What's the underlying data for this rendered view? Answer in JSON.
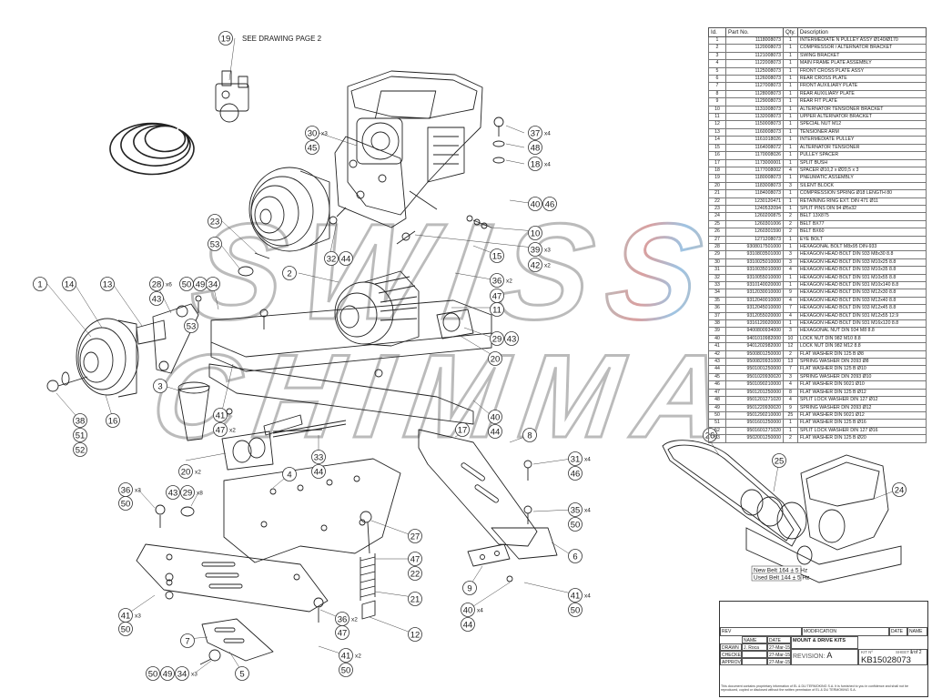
{
  "drawing": {
    "see_note": "SEE DRAWING PAGE 2",
    "callouts": [
      {
        "id": "c19",
        "label": "19"
      },
      {
        "id": "c30",
        "label": "30",
        "qty": "x3"
      },
      {
        "id": "c45",
        "label": "45"
      },
      {
        "id": "c37",
        "label": "37",
        "qty": "x4"
      },
      {
        "id": "c48",
        "label": "48"
      },
      {
        "id": "c18",
        "label": "18",
        "qty": "x4"
      },
      {
        "id": "c23",
        "label": "23"
      },
      {
        "id": "c53a",
        "label": "53"
      },
      {
        "id": "c32",
        "label": "32"
      },
      {
        "id": "c44a",
        "label": "44"
      },
      {
        "id": "c40a",
        "label": "40"
      },
      {
        "id": "c46a",
        "label": "46"
      },
      {
        "id": "c10",
        "label": "10"
      },
      {
        "id": "c39",
        "label": "39",
        "qty": "x3"
      },
      {
        "id": "c42",
        "label": "42",
        "qty": "x2"
      },
      {
        "id": "c15",
        "label": "15"
      },
      {
        "id": "c36a",
        "label": "36",
        "qty": "x2"
      },
      {
        "id": "c47a",
        "label": "47"
      },
      {
        "id": "c11",
        "label": "11"
      },
      {
        "id": "c2",
        "label": "2"
      },
      {
        "id": "c1",
        "label": "1"
      },
      {
        "id": "c14",
        "label": "14"
      },
      {
        "id": "c13",
        "label": "13"
      },
      {
        "id": "c28",
        "label": "28",
        "qty": "x6"
      },
      {
        "id": "c43a",
        "label": "43"
      },
      {
        "id": "c50a",
        "label": "50"
      },
      {
        "id": "c49a",
        "label": "49"
      },
      {
        "id": "c34",
        "label": "34"
      },
      {
        "id": "c53b",
        "label": "53"
      },
      {
        "id": "c29a",
        "label": "29"
      },
      {
        "id": "c43b",
        "label": "43"
      },
      {
        "id": "c20a",
        "label": "20"
      },
      {
        "id": "c3",
        "label": "3"
      },
      {
        "id": "c16",
        "label": "16"
      },
      {
        "id": "c38",
        "label": "38"
      },
      {
        "id": "c51",
        "label": "51"
      },
      {
        "id": "c52",
        "label": "52"
      },
      {
        "id": "c41a",
        "label": "41"
      },
      {
        "id": "c47b",
        "label": "47",
        "qty": "x2"
      },
      {
        "id": "c40b",
        "label": "40"
      },
      {
        "id": "c44b",
        "label": "44"
      },
      {
        "id": "c17",
        "label": "17"
      },
      {
        "id": "c33",
        "label": "33"
      },
      {
        "id": "c44c",
        "label": "44"
      },
      {
        "id": "c20b",
        "label": "20",
        "qty": "x2"
      },
      {
        "id": "c8",
        "label": "8"
      },
      {
        "id": "c31",
        "label": "31",
        "qty": "x4"
      },
      {
        "id": "c46b",
        "label": "46"
      },
      {
        "id": "c4",
        "label": "4"
      },
      {
        "id": "c36b",
        "label": "36",
        "qty": "x3"
      },
      {
        "id": "c50b",
        "label": "50"
      },
      {
        "id": "c43c",
        "label": "43"
      },
      {
        "id": "c29b",
        "label": "29",
        "qty": "x8"
      },
      {
        "id": "c27",
        "label": "27"
      },
      {
        "id": "c35",
        "label": "35",
        "qty": "x4"
      },
      {
        "id": "c50c",
        "label": "50"
      },
      {
        "id": "c47c",
        "label": "47"
      },
      {
        "id": "c22",
        "label": "22"
      },
      {
        "id": "c6",
        "label": "6"
      },
      {
        "id": "c9",
        "label": "9"
      },
      {
        "id": "c21",
        "label": "21"
      },
      {
        "id": "c40c",
        "label": "40",
        "qty": "x4"
      },
      {
        "id": "c44d",
        "label": "44"
      },
      {
        "id": "c41b",
        "label": "41",
        "qty": "x4"
      },
      {
        "id": "c50d",
        "label": "50"
      },
      {
        "id": "c41c",
        "label": "41",
        "qty": "x3"
      },
      {
        "id": "c50e",
        "label": "50"
      },
      {
        "id": "c36c",
        "label": "36",
        "qty": "x2"
      },
      {
        "id": "c47d",
        "label": "47"
      },
      {
        "id": "c12",
        "label": "12"
      },
      {
        "id": "c7",
        "label": "7"
      },
      {
        "id": "c41d",
        "label": "41",
        "qty": "x2"
      },
      {
        "id": "c50f",
        "label": "50"
      },
      {
        "id": "c5",
        "label": "5"
      },
      {
        "id": "c50g",
        "label": "50"
      },
      {
        "id": "c49b",
        "label": "49"
      },
      {
        "id": "c34b",
        "label": "34",
        "qty": "x3"
      },
      {
        "id": "c26",
        "label": "26"
      },
      {
        "id": "c25",
        "label": "25"
      },
      {
        "id": "c24",
        "label": "24"
      }
    ],
    "belt_notes": [
      "New Belt 164 ± 5 Hz",
      "Used Belt 144 ± 5 Hz"
    ]
  },
  "watermark": {
    "line1": "SWISS",
    "line2": "CHIMMA",
    "colors": [
      "#cc2a2a",
      "#2a7ab8"
    ]
  },
  "table": {
    "headers": [
      "Id.",
      "Part No.",
      "Qty.",
      "Description"
    ],
    "rows": [
      [
        "1",
        "1118008073",
        "1",
        "INTERMEDIATE N PULLEY ASSY Ø140/Ø170"
      ],
      [
        "2",
        "1120008073",
        "1",
        "COMPRESSOR / ALTERNATOR BRACKET"
      ],
      [
        "3",
        "1121008073",
        "1",
        "SWING BRACKET"
      ],
      [
        "4",
        "1122008073",
        "1",
        "MAIN FRAME PLATE ASSEMBLY"
      ],
      [
        "5",
        "1125008073",
        "1",
        "FRONT CROSS PLATE ASSY"
      ],
      [
        "6",
        "1126008073",
        "1",
        "REAR CROSS PLATE"
      ],
      [
        "7",
        "1127008073",
        "1",
        "FRONT AUXILIARY PLATE"
      ],
      [
        "8",
        "1128008073",
        "1",
        "REAR AUXILIARY PLATE"
      ],
      [
        "9",
        "1129008073",
        "1",
        "REAR FIT PLATE"
      ],
      [
        "10",
        "1131008073",
        "1",
        "ALTERNATOR TENSIONER BRACKET"
      ],
      [
        "11",
        "1132008073",
        "1",
        "UPPER ALTERNATOR BRACKET"
      ],
      [
        "12",
        "1150008073",
        "1",
        "SPECIAL NUT M12"
      ],
      [
        "13",
        "1160008073",
        "1",
        "TENSIONER ARM"
      ],
      [
        "14",
        "1161018026",
        "1",
        "INTERMEDIATE PULLEY"
      ],
      [
        "15",
        "1164008072",
        "1",
        "ALTERNATOR TENSIONER"
      ],
      [
        "16",
        "1170008026",
        "1",
        "PULLEY SPACER"
      ],
      [
        "17",
        "1173000001",
        "1",
        "SPLIT BUSH"
      ],
      [
        "18",
        "1177008002",
        "4",
        "SPACER Ø10,2 x Ø20,5 x 3"
      ],
      [
        "19",
        "1180008073",
        "1",
        "PNEUMATIC ASSEMBLY"
      ],
      [
        "20",
        "1183008073",
        "3",
        "SILENT BLOCK"
      ],
      [
        "21",
        "1184008073",
        "1",
        "COMPRESSION SPRING Ø18 LENGTH 80"
      ],
      [
        "22",
        "1230120471",
        "1",
        "RETAINING RING EXT. DIN 471 Ø11"
      ],
      [
        "23",
        "1240532094",
        "1",
        "SPLIT PINS DIN 94 Ø5x32"
      ],
      [
        "24",
        "1260200875",
        "2",
        "BELT 13X875"
      ],
      [
        "25",
        "1260301006",
        "2",
        "BELT BX77"
      ],
      [
        "26",
        "1260301590",
        "2",
        "BELT BX60"
      ],
      [
        "27",
        "1271208073",
        "1",
        "EYE BOLT"
      ],
      [
        "28",
        "9308017501000",
        "1",
        "HEXAGONAL BOLT M8x95 DIN-933"
      ],
      [
        "29",
        "9310803501000",
        "3",
        "HEXAGON HEAD BOLT DIN 933 M8x30 8.8"
      ],
      [
        "30",
        "9310025010000",
        "3",
        "HEXAGON HEAD BOLT DIN 933 M10x25 8.8"
      ],
      [
        "31",
        "9310035010000",
        "4",
        "HEXAGON HEAD BOLT DIN 933 M10x35 8.8"
      ],
      [
        "32",
        "9310055010000",
        "1",
        "HEXAGON HEAD BOLT DIN 931 M10x55 8.8"
      ],
      [
        "33",
        "9310140020000",
        "1",
        "HEXAGON HEAD BOLT DIN 931 M10x140 8.8"
      ],
      [
        "34",
        "9312030010000",
        "9",
        "HEXAGON HEAD BOLT DIN 933 M12x30 8.8"
      ],
      [
        "35",
        "9312040010000",
        "4",
        "HEXAGON HEAD BOLT DIN 933 M12x40 8.8"
      ],
      [
        "36",
        "9312045010000",
        "7",
        "HEXAGON HEAD BOLT DIN 933 M12x45 8.8"
      ],
      [
        "37",
        "9312055020000",
        "4",
        "HEXAGON HEAD BOLT DIN 931 M12x55 12.9"
      ],
      [
        "38",
        "9316120020000",
        "1",
        "HEXAGON HEAD BOLT DIN 931 M16x120 8.8"
      ],
      [
        "39",
        "9400800934000",
        "3",
        "HEXAGONAL NUT DIN 934 M8 8.8"
      ],
      [
        "40",
        "9401010982000",
        "10",
        "LOCK NUT DIN 982 M10 8.8"
      ],
      [
        "41",
        "9401202982000",
        "12",
        "LOCK NUT DIN 982 M12 8.8"
      ],
      [
        "42",
        "9500801250000",
        "2",
        "FLAT WASHER DIN 125 B Ø8"
      ],
      [
        "43",
        "9500820931000",
        "13",
        "SPRING WASHER DIN 2093 Ø8"
      ],
      [
        "44",
        "9501001250000",
        "7",
        "FLAT WASHER DIN 125 B Ø10"
      ],
      [
        "45",
        "9501020930020",
        "3",
        "SPRING WASHER DIN 2093 Ø10"
      ],
      [
        "46",
        "9501090210000",
        "4",
        "FLAT WASHER DIN 9021 Ø10"
      ],
      [
        "47",
        "9501201250000",
        "8",
        "FLAT WASHER DIN 125 B Ø12"
      ],
      [
        "48",
        "9501201271020",
        "4",
        "SPLIT LOCK WASHER DIN 127 Ø12"
      ],
      [
        "49",
        "9501220930020",
        "9",
        "SPRING WASHER DIN 2093 Ø12"
      ],
      [
        "50",
        "9501290210000",
        "25",
        "FLAT WASHER DIN 9021 Ø12"
      ],
      [
        "51",
        "9501601250000",
        "1",
        "FLAT WASHER DIN 125 B Ø16"
      ],
      [
        "52",
        "9501601271020",
        "1",
        "SPLIT LOCK WASHER DIN 127 Ø16"
      ],
      [
        "53",
        "9502001250000",
        "2",
        "FLAT WASHER DIN 125 B Ø20"
      ]
    ]
  },
  "title_block": {
    "rev_label": "REV",
    "modification_label": "MODIFICATION",
    "date_label": "DATE",
    "name_label": "NAME",
    "drawn_label": "DRAWN",
    "checked_label": "CHECKED",
    "approved_label": "APPROVED",
    "drawn_name": "J. Roca",
    "drawn_date": "27-Mar-15",
    "checked_date": "27-Mar-15",
    "approved_date": "27-Mar-15",
    "col_name": "NAME",
    "col_date": "DATE",
    "title": "MOUNT & DRIVE KITS",
    "revision_label": "REVISION:",
    "revision_value": "A",
    "kit_label": "KIT Nº",
    "sheet_label": "SHEET Nº",
    "sheet_value": "1 of 2",
    "kit_number": "KB15028073",
    "footer": "This document contains proprietary information of EL & DU TERMOKING S.A. It is furnished to you in confidence and shall not be reproduced, copied or disclosed without the written permission of EL & DU TERMOKING S.A."
  }
}
